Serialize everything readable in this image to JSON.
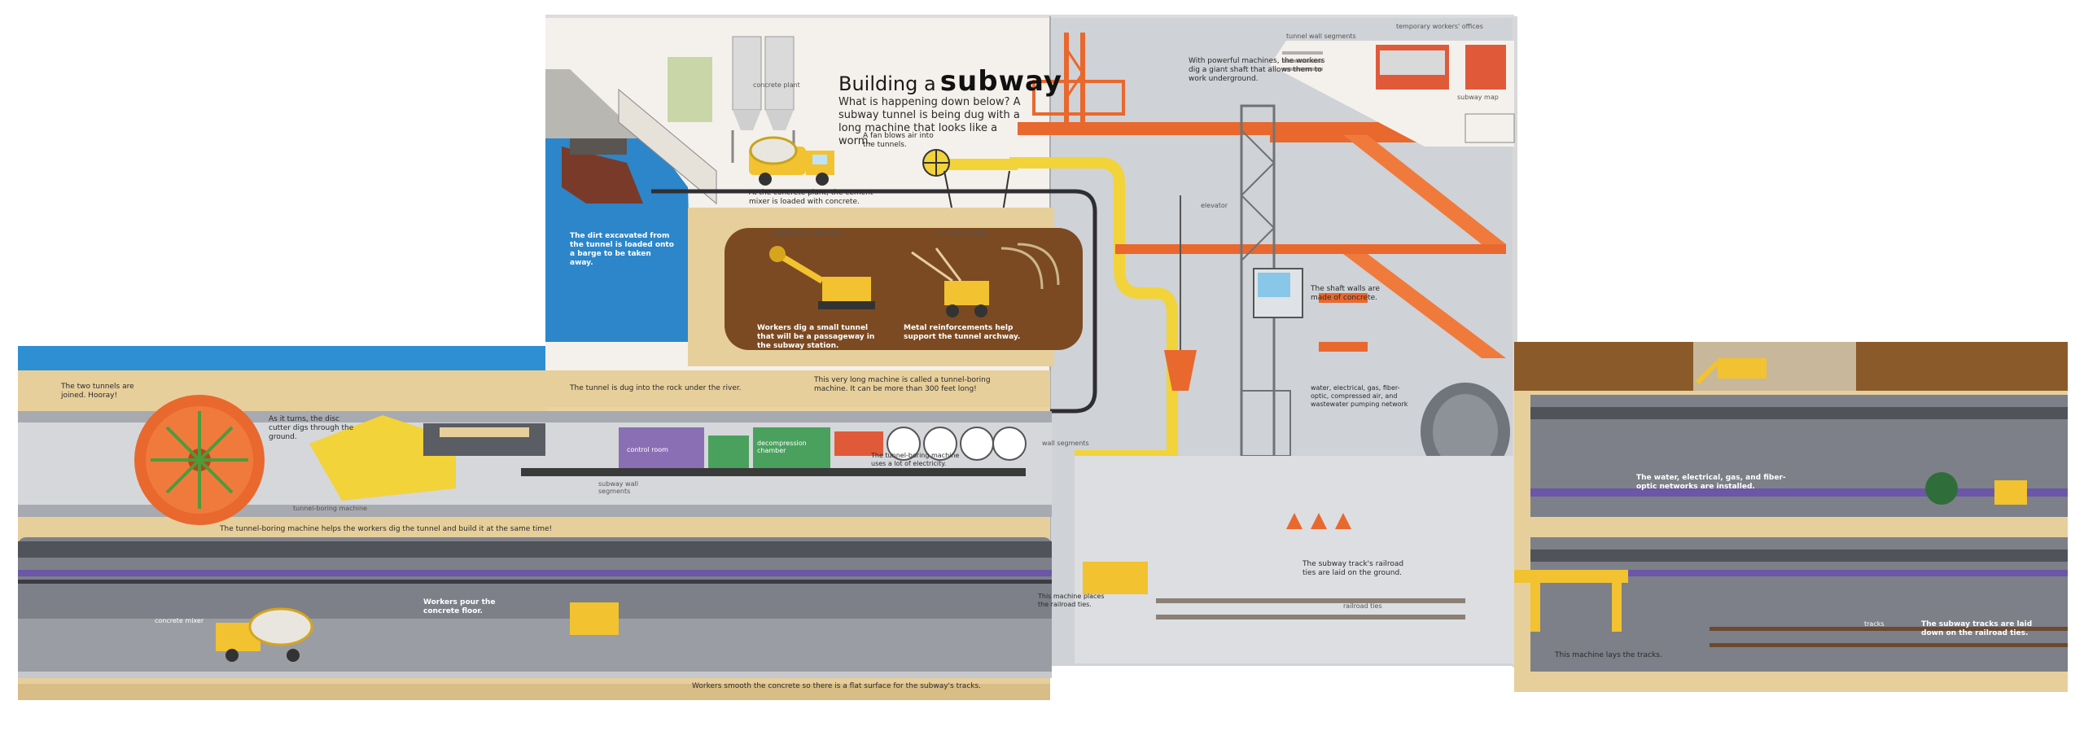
{
  "book": {
    "title_lead": "Building a",
    "title_word": "subway",
    "intro": "What is happening down below? A subway tunnel is being dug with a long machine that looks like a worm."
  },
  "colors": {
    "sky": "#2e8fd3",
    "soil": "#e3c690",
    "rock": "#8a5a2a",
    "tunnel": "#7d8088",
    "pipe_yellow": "#f2d33a",
    "beam_orange": "#e9682e",
    "shaft_gray": "#c9ccd1",
    "rail_purple": "#6b56a8",
    "water": "#2c86c9"
  },
  "captions": {
    "fan": "A fan blows air into the tunnels.",
    "concrete_plant": "At the concrete plant, the cement mixer is loaded with concrete.",
    "dirt_barge": "The dirt excavated from the tunnel is loaded onto a barge to be taken away.",
    "small_tunnel": "Workers dig a small tunnel that will be a passageway in the subway station.",
    "metal_reinforcement": "Metal reinforcements help support the tunnel archway.",
    "powerful_machines": "With powerful machines, the workers dig a giant shaft that allows them to work underground.",
    "shaft_walls": "The shaft walls are made of concrete.",
    "networks_supply": "water, electrical, gas, fiber-optic, compressed air, and wastewater pumping network",
    "tunnels_joined": "The two tunnels are joined. Hooray!",
    "disc_cutter": "As it turns, the disc cutter digs through the ground.",
    "under_river": "The tunnel is dug into the rock under the river.",
    "long_machine": "This very long machine is called a tunnel-boring machine. It can be more than 300 feet long!",
    "electricity": "The tunnel-boring machine uses a lot of electricity.",
    "tbm_helps": "The tunnel-boring machine helps the workers dig the tunnel and build it at the same time!",
    "pour_concrete": "Workers pour the concrete floor.",
    "places_ties": "This machine places the railroad ties.",
    "ties_laid": "The subway track's railroad ties are laid on the ground.",
    "smooth_concrete": "Workers smooth the concrete so there is a flat surface for the subway's tracks.",
    "lays_tracks": "This machine lays the tracks.",
    "networks_installed": "The water, electrical, gas, and fiber-optic networks are installed.",
    "tracks_laid": "The subway tracks are laid down on the railroad ties."
  },
  "labels": {
    "concrete_plant": "concrete plant",
    "roadheader": "roadheader machine",
    "reinforcing_rods": "reinforcing rods",
    "tunnel_wall_segments": "tunnel wall segments",
    "temporary_offices": "temporary workers' offices",
    "subway_map": "subway map",
    "elevator": "elevator",
    "control_room": "control room",
    "decompression_chamber": "decompression chamber",
    "subway_wall_segments": "subway wall segments",
    "wall_segments": "wall segments",
    "tunnel_boring_machine": "tunnel-boring machine",
    "concrete_mixer": "concrete mixer",
    "railroad_ties": "railroad ties",
    "tracks": "tracks"
  }
}
